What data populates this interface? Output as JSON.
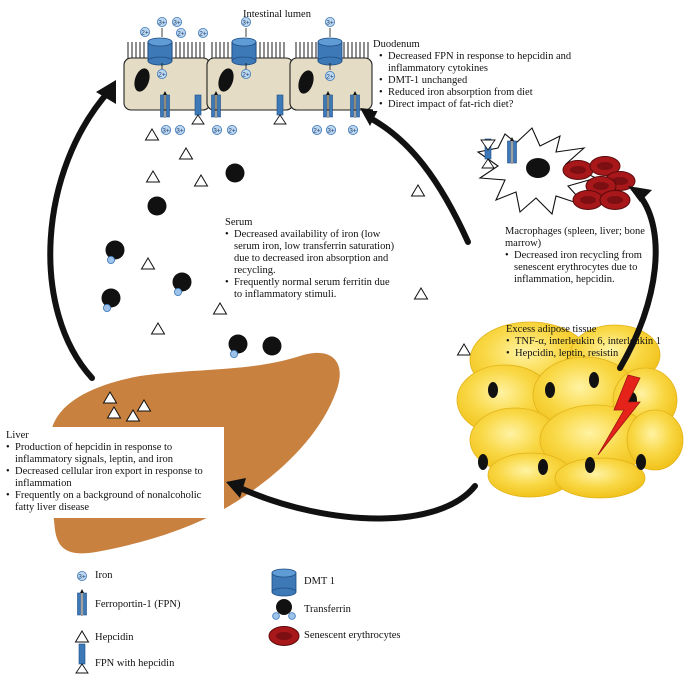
{
  "colors": {
    "cell_fill": "#e4dcc4",
    "dmt_blue": "#3d78b7",
    "liver": "#c9813f",
    "adipose": "#f7cf3a",
    "rbc": "#a8171a",
    "lightning": "#e5231b"
  },
  "lumen_label": "Intestinal lumen",
  "duodenum": {
    "title": "Duodenum",
    "bullets": [
      "Decreased FPN in response to hepcidin and inflammatory cytokines",
      "DMT-1 unchanged",
      "Reduced iron absorption from diet",
      "Direct impact of fat-rich diet?"
    ]
  },
  "iron_labels": {
    "ferric": "3+",
    "ferrous": "2+"
  },
  "serum": {
    "title": "Serum",
    "bullets": [
      "Decreased availability of iron (low serum iron, low transferrin saturation) due to decreased iron absorption and recycling.",
      "Frequently normal serum ferritin due to inflammatory stimuli."
    ]
  },
  "macrophages": {
    "title": "Macrophages (spleen, liver; bone marrow)",
    "bullets": [
      "Decreased iron recycling from senescent erythrocytes due to inflammation, hepcidin."
    ]
  },
  "adipose": {
    "title": "Excess adipose tissue",
    "bullets": [
      "TNF-α, interleukin 6, interleukin 1",
      "Hepcidin, leptin, resistin"
    ]
  },
  "liver": {
    "title": "Liver",
    "bullets": [
      "Production of hepcidin in response to inflammatory signals, leptin, and iron",
      "Decreased cellular iron export in response to inflammation",
      "Frequently on a background of nonalcoholic fatty liver disease"
    ]
  },
  "legend": {
    "iron": "Iron",
    "fpn": "Ferroportin-1 (FPN)",
    "hepcidin": "Hepcidin",
    "fpn_hepcidin": "FPN with hepcidin",
    "dmt1": "DMT 1",
    "transferrin": "Transferrin",
    "erythrocytes": "Senescent erythrocytes"
  }
}
